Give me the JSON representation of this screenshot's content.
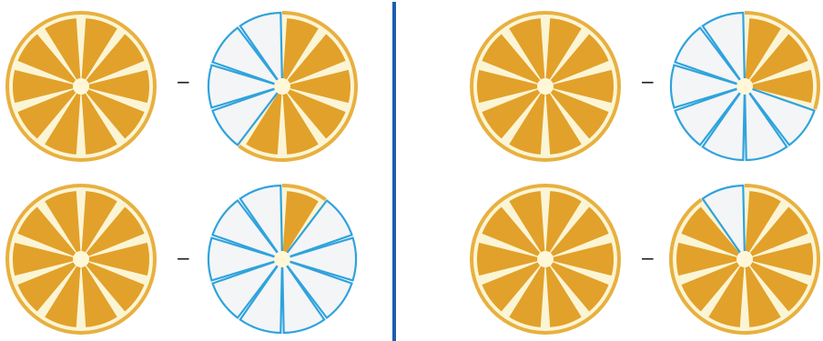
{
  "colors": {
    "rind": "#e8b040",
    "pith": "#fbf5d5",
    "segment": "#e2a12a",
    "center": "#fff7d8",
    "removed_fill": "#f4f5f7",
    "removed_stroke": "#2fa3dc",
    "divider": "#1d5fae"
  },
  "problems": [
    {
      "operator": "−",
      "total_segments": 10,
      "removed_segments": 4,
      "removed_side": "left"
    },
    {
      "operator": "−",
      "total_segments": 10,
      "removed_segments": 9,
      "removed_side": "left"
    },
    {
      "operator": "−",
      "total_segments": 10,
      "removed_segments": 7,
      "removed_side": "left"
    },
    {
      "operator": "−",
      "total_segments": 10,
      "removed_segments": 1,
      "removed_side": "left"
    }
  ]
}
